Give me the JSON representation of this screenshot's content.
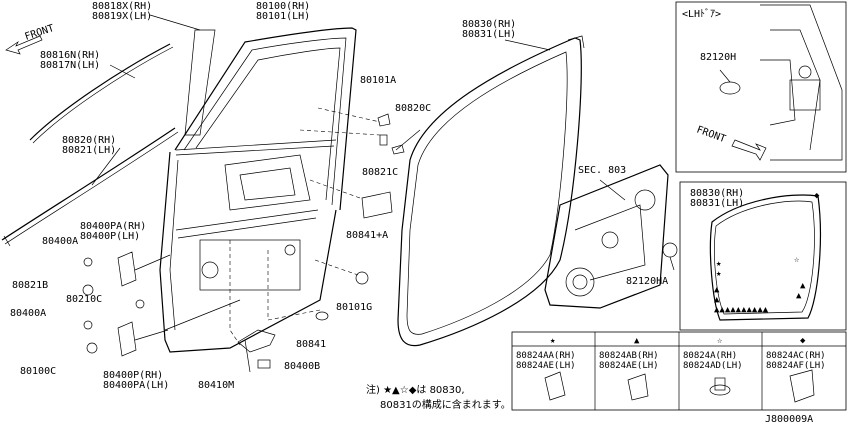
{
  "labels": {
    "p80818": [
      "80818X(RH)",
      "80819X(LH)"
    ],
    "p80816": [
      "80816N(RH)",
      "80817N(LH)"
    ],
    "p80820": [
      "80820(RH)",
      "80821(LH)"
    ],
    "p80100": [
      "80100(RH)",
      "80101(LH)"
    ],
    "p80830": [
      "80830(RH)",
      "80831(LH)"
    ],
    "p80101A": "80101A",
    "p80820C": "80820C",
    "p80821C": "80821C",
    "p80841A": "80841+A",
    "p80101G": "80101G",
    "p80841": "80841",
    "p80410M": "80410M",
    "p80400B": "80400B",
    "p80400PA_top": [
      "80400PA(RH)",
      "80400P(LH)"
    ],
    "p80400PA_bot": [
      "80400P(RH)",
      "80400PA(LH)"
    ],
    "p80400A_1": "80400A",
    "p80400A_2": "80400A",
    "p80821B": "80821B",
    "p80210C": "80210C",
    "p80100C": "80100C",
    "sec803": "SEC. 803",
    "p82120HA": "82120HA",
    "p82120H": "82120H",
    "lh_door": "<LHﾄﾞｱ>",
    "front_left": "FRONT",
    "front_inset": "FRONT",
    "inset_seal": [
      "80830(RH)",
      "80831(LH)"
    ],
    "diagram_id": "J800009A"
  },
  "clip_table": {
    "columns": [
      {
        "symbol": "★",
        "parts": [
          "80824AA(RH)",
          "80824AE(LH)"
        ]
      },
      {
        "symbol": "▲",
        "parts": [
          "80824AB(RH)",
          "80824AE(LH)"
        ]
      },
      {
        "symbol": "☆",
        "parts": [
          "80824A(RH)",
          "80824AD(LH)"
        ]
      },
      {
        "symbol": "◆",
        "parts": [
          "80824AC(RH)",
          "80824AF(LH)"
        ]
      }
    ]
  },
  "note": {
    "line1": "注) ★▲☆◆は 80830,",
    "line2": "80831の構成に含まれます。"
  }
}
